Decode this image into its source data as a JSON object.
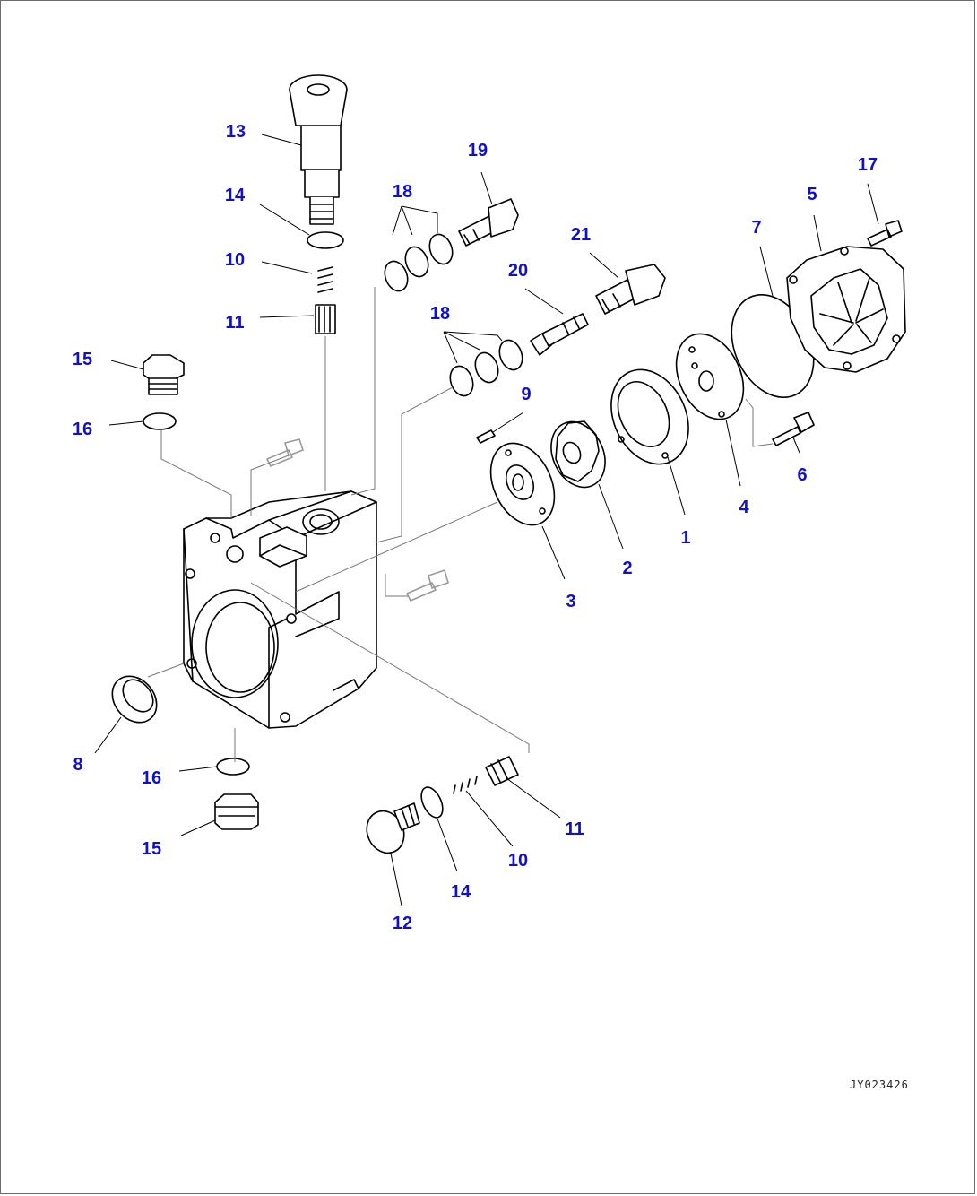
{
  "drawing": {
    "reference_code": "JY023426",
    "callouts": {
      "c1": "1",
      "c2": "2",
      "c3": "3",
      "c4": "4",
      "c5": "5",
      "c6": "6",
      "c7": "7",
      "c8": "8",
      "c9": "9",
      "c10a": "10",
      "c10b": "10",
      "c11a": "11",
      "c11b": "11",
      "c12": "12",
      "c13": "13",
      "c14a": "14",
      "c14b": "14",
      "c15a": "15",
      "c15b": "15",
      "c16a": "16",
      "c16b": "16",
      "c17": "17",
      "c18a": "18",
      "c18b": "18",
      "c19": "19",
      "c20": "20",
      "c21": "21"
    },
    "callout_color": "#1010c8"
  }
}
